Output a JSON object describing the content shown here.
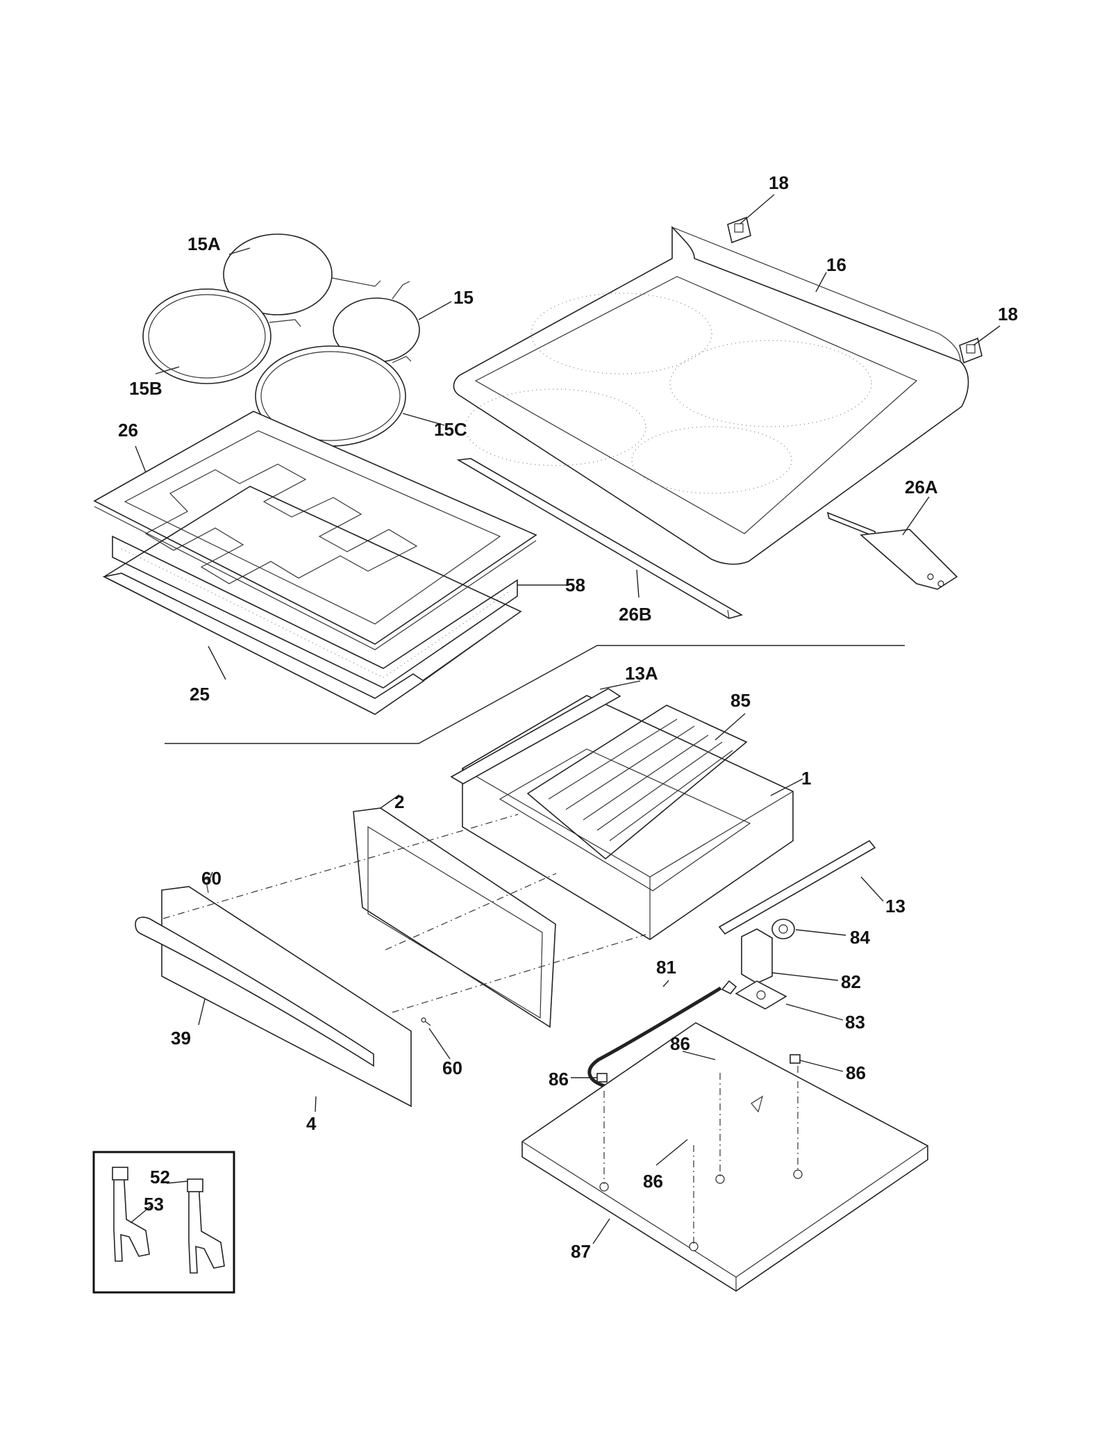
{
  "callouts": {
    "c18a": "18",
    "c18b": "18",
    "c16": "16",
    "c15a": "15A",
    "c15": "15",
    "c15b": "15B",
    "c15c": "15C",
    "c26": "26",
    "c26a": "26A",
    "c26b": "26B",
    "c58": "58",
    "c25": "25",
    "c13a": "13A",
    "c85": "85",
    "c1": "1",
    "c2": "2",
    "c13": "13",
    "c60a": "60",
    "c60b": "60",
    "c84": "84",
    "c82": "82",
    "c81": "81",
    "c83": "83",
    "c39": "39",
    "c86a": "86",
    "c86b": "86",
    "c86c": "86",
    "c86d": "86",
    "c4": "4",
    "c52": "52",
    "c53": "53",
    "c87": "87"
  }
}
